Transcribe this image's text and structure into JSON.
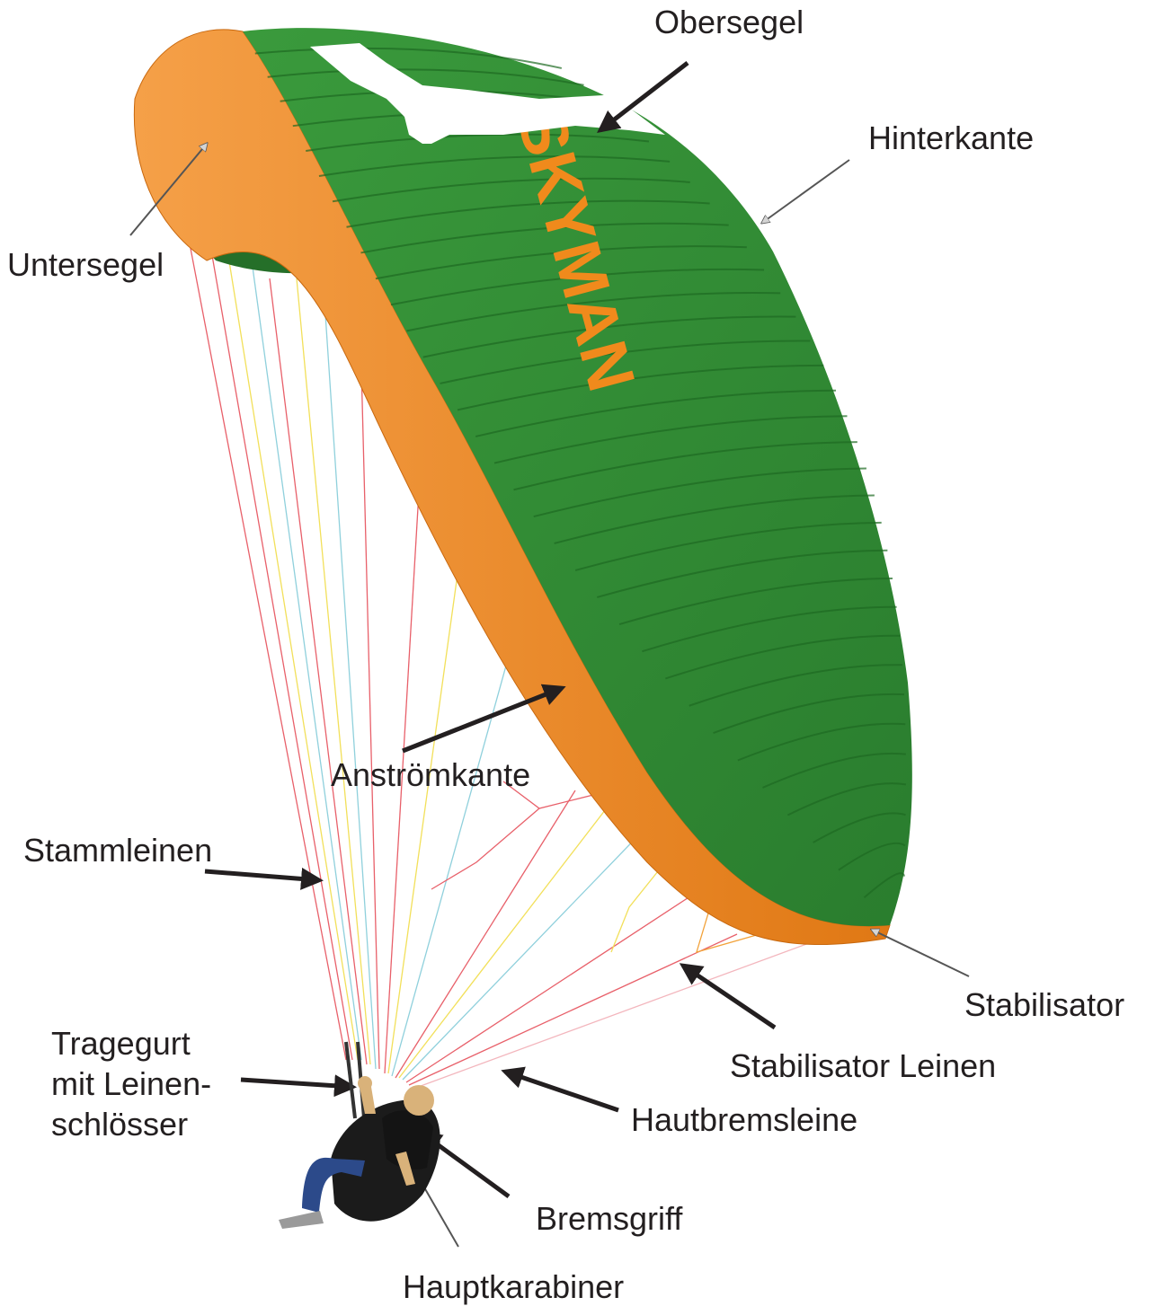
{
  "diagram": {
    "labels": {
      "obersegel": "Obersegel",
      "hinterkante": "Hinterkante",
      "untersegel": "Untersegel",
      "anstroemkante": "Anströmkante",
      "stammleinen": "Stammleinen",
      "stabilisator": "Stabilisator",
      "stabilisator_leinen": "Stabilisator Leinen",
      "tragegurt_line1": "Tragegurt",
      "tragegurt_line2": "mit Leinen-",
      "tragegurt_line3": "schlösser",
      "hautbremsleine": "Hautbremsleine",
      "bremsgriff": "Bremsgriff",
      "hauptkarabiner": "Hauptkarabiner"
    },
    "canopy_text": "SKYMAN",
    "colors": {
      "canopy_green": "#2f8a33",
      "canopy_dark_green": "#1f6b24",
      "leading_edge_orange": "#f08a1c",
      "line_red": "#e8606a",
      "line_yellow": "#f2e05a",
      "line_blue": "#8fd0dc",
      "arrow_black": "#231f20",
      "arrow_grey": "#c8c8c8",
      "pilot_black": "#1b1b1b",
      "pilot_blue": "#2c4a8a",
      "skin": "#d9b27a"
    }
  }
}
